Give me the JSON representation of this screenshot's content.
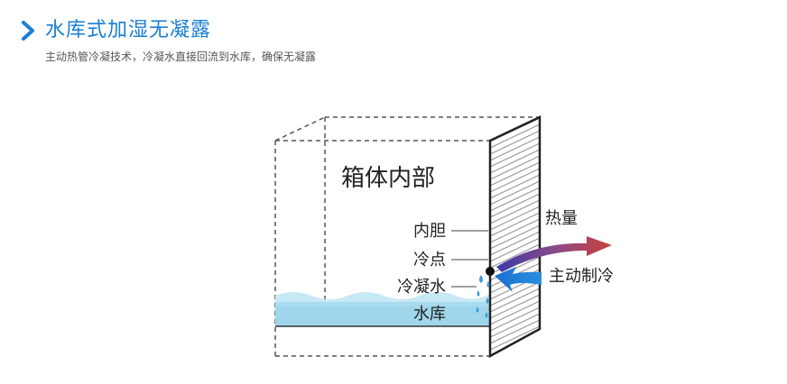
{
  "header": {
    "title": "水库式加湿无凝露",
    "subtitle": "主动热管冷凝技术，冷凝水直接回流到水库，确保无凝露"
  },
  "diagram": {
    "box_label": "箱体内部",
    "labels": {
      "inner_liner": "内胆",
      "cold_point": "冷点",
      "condensate": "冷凝水",
      "reservoir": "水库",
      "heat": "热量",
      "active_cooling": "主动制冷"
    },
    "colors": {
      "accent": "#1a7fd6",
      "water": "#a9dbef",
      "heat_arrow": "#b23a3a",
      "cool_arrow": "#1a6fd0"
    }
  }
}
